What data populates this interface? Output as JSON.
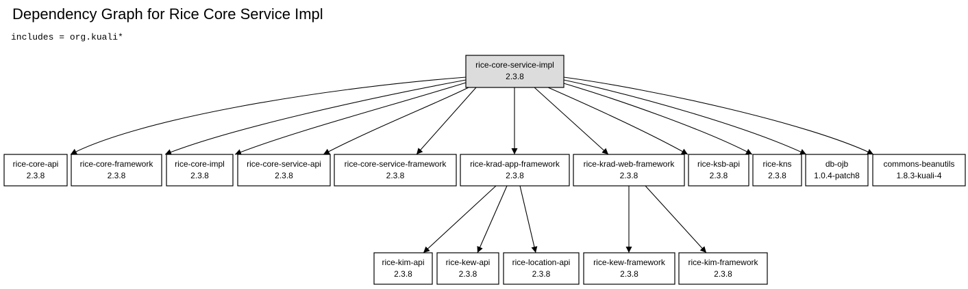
{
  "title": "Dependency Graph for Rice Core Service Impl",
  "subtitle": "includes = org.kuali*",
  "nodes": [
    {
      "id": "root",
      "name": "rice-core-service-impl",
      "version": "2.3.8"
    },
    {
      "id": "core-api",
      "name": "rice-core-api",
      "version": "2.3.8"
    },
    {
      "id": "core-framework",
      "name": "rice-core-framework",
      "version": "2.3.8"
    },
    {
      "id": "core-impl",
      "name": "rice-core-impl",
      "version": "2.3.8"
    },
    {
      "id": "core-service-api",
      "name": "rice-core-service-api",
      "version": "2.3.8"
    },
    {
      "id": "core-service-framework",
      "name": "rice-core-service-framework",
      "version": "2.3.8"
    },
    {
      "id": "krad-app-framework",
      "name": "rice-krad-app-framework",
      "version": "2.3.8"
    },
    {
      "id": "krad-web-framework",
      "name": "rice-krad-web-framework",
      "version": "2.3.8"
    },
    {
      "id": "ksb-api",
      "name": "rice-ksb-api",
      "version": "2.3.8"
    },
    {
      "id": "kns",
      "name": "rice-kns",
      "version": "2.3.8"
    },
    {
      "id": "db-ojb",
      "name": "db-ojb",
      "version": "1.0.4-patch8"
    },
    {
      "id": "commons-beanutils",
      "name": "commons-beanutils",
      "version": "1.8.3-kuali-4"
    },
    {
      "id": "kim-api",
      "name": "rice-kim-api",
      "version": "2.3.8"
    },
    {
      "id": "kew-api",
      "name": "rice-kew-api",
      "version": "2.3.8"
    },
    {
      "id": "location-api",
      "name": "rice-location-api",
      "version": "2.3.8"
    },
    {
      "id": "kew-framework",
      "name": "rice-kew-framework",
      "version": "2.3.8"
    },
    {
      "id": "kim-framework",
      "name": "rice-kim-framework",
      "version": "2.3.8"
    }
  ],
  "edges": [
    {
      "from": "root",
      "to": "core-api"
    },
    {
      "from": "root",
      "to": "core-framework"
    },
    {
      "from": "root",
      "to": "core-impl"
    },
    {
      "from": "root",
      "to": "core-service-api"
    },
    {
      "from": "root",
      "to": "core-service-framework"
    },
    {
      "from": "root",
      "to": "krad-app-framework"
    },
    {
      "from": "root",
      "to": "krad-web-framework"
    },
    {
      "from": "root",
      "to": "ksb-api"
    },
    {
      "from": "root",
      "to": "kns"
    },
    {
      "from": "root",
      "to": "db-ojb"
    },
    {
      "from": "root",
      "to": "commons-beanutils"
    },
    {
      "from": "krad-app-framework",
      "to": "kim-api"
    },
    {
      "from": "krad-app-framework",
      "to": "kew-api"
    },
    {
      "from": "krad-app-framework",
      "to": "location-api"
    },
    {
      "from": "krad-web-framework",
      "to": "kew-framework"
    },
    {
      "from": "krad-web-framework",
      "to": "kim-framework"
    }
  ]
}
